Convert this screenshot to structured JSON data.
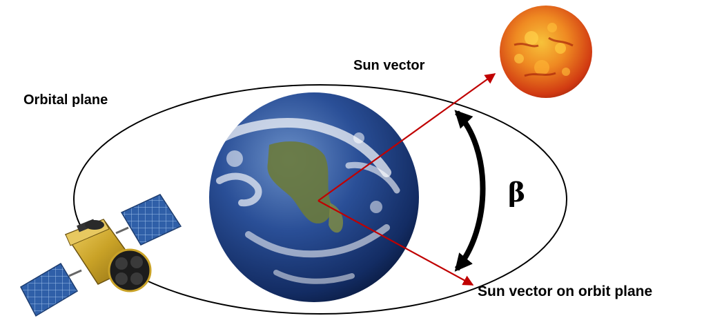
{
  "labels": {
    "orbital_plane": "Orbital plane",
    "sun_vector": "Sun vector",
    "sun_vector_projection": "Sun vector on orbit plane",
    "beta": "β"
  },
  "colors": {
    "vector": "#c00000",
    "orbit": "#000000",
    "ocean": "#1b3f86",
    "sun": "#e0521b"
  },
  "icons": {
    "earth": "earth-icon",
    "sun": "sun-icon",
    "satellite": "satellite-icon"
  }
}
